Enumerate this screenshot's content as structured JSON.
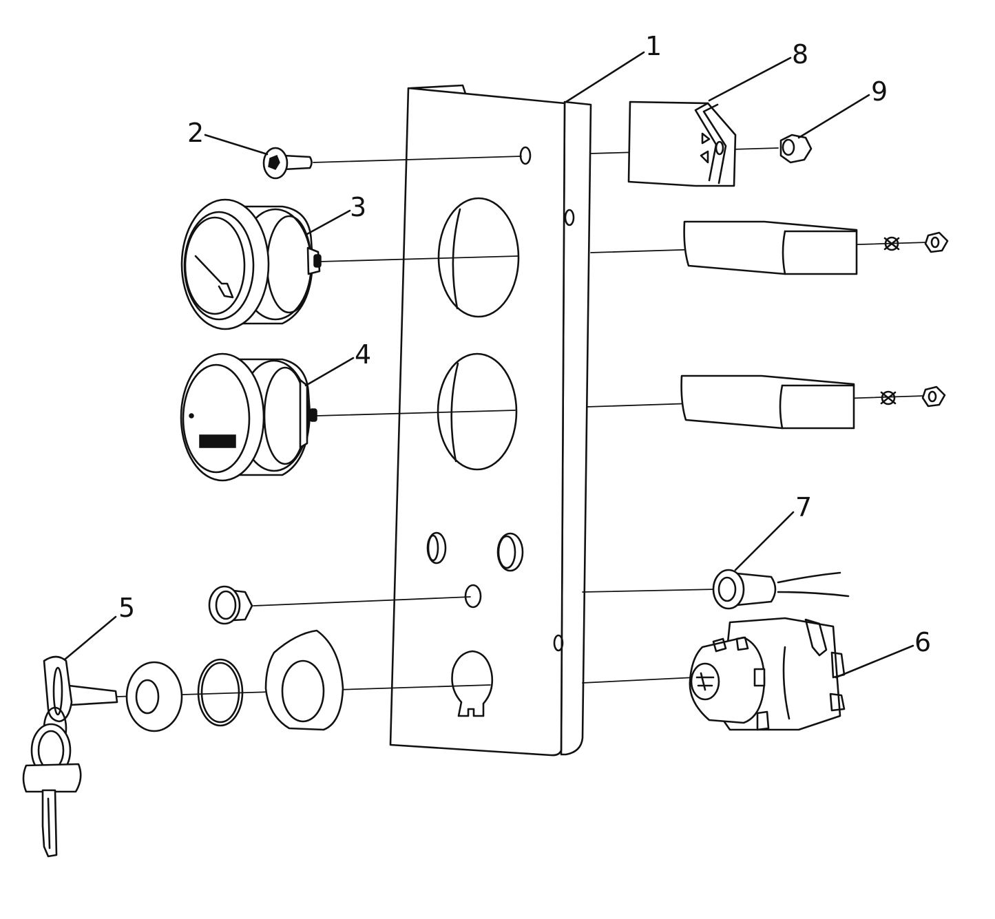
{
  "callouts": [
    {
      "id": "1",
      "label": "1"
    },
    {
      "id": "2",
      "label": "2"
    },
    {
      "id": "3",
      "label": "3"
    },
    {
      "id": "4",
      "label": "4"
    },
    {
      "id": "5",
      "label": "5"
    },
    {
      "id": "6",
      "label": "6"
    },
    {
      "id": "7",
      "label": "7"
    },
    {
      "id": "8",
      "label": "8"
    },
    {
      "id": "9",
      "label": "9"
    }
  ],
  "colors": {
    "line": "#111111",
    "background": "#ffffff"
  }
}
